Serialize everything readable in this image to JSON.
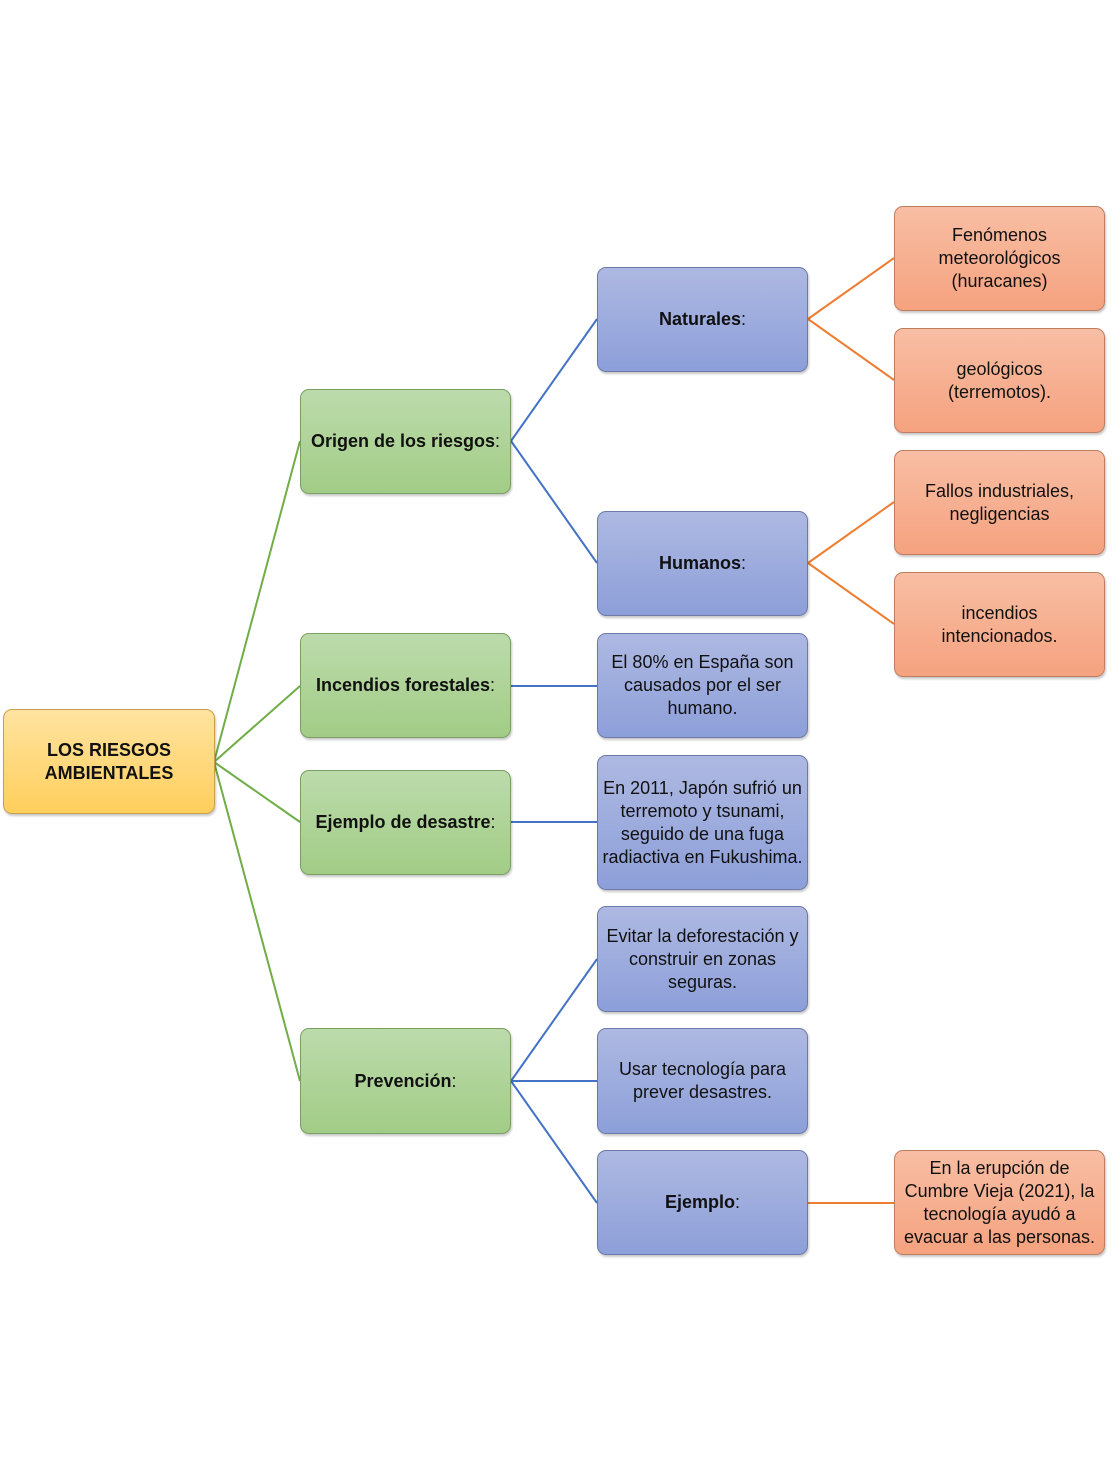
{
  "root": {
    "label": "LOS RIESGOS AMBIENTALES"
  },
  "level1": [
    {
      "label": "Origen de los riesgos",
      "suffix": ":"
    },
    {
      "label": "Incendios forestales",
      "suffix": ":"
    },
    {
      "label": "Ejemplo de desastre",
      "suffix": ":"
    },
    {
      "label": "Prevención",
      "suffix": ":"
    }
  ],
  "level2": {
    "naturales": {
      "label": "Naturales",
      "suffix": ":"
    },
    "humanos": {
      "label": "Humanos",
      "suffix": ":"
    },
    "incendios_dato": "El 80% en España son causados por el ser humano.",
    "desastre_ejemplo": "En 2011, Japón sufrió un terremoto y tsunami, seguido de una fuga radiactiva en Fukushima.",
    "prevencion_1": "Evitar la deforestación y construir en zonas seguras.",
    "prevencion_2": "Usar tecnología para prever desastres.",
    "ejemplo": {
      "label": "Ejemplo",
      "suffix": ":"
    }
  },
  "level3": {
    "meteorologicos": "Fenómenos meteorológicos (huracanes)",
    "geologicos": "geológicos (terremotos).",
    "industriales": "Fallos industriales, negligencias",
    "intencionados": "incendios intencionados.",
    "cumbre_vieja": "En la erupción de Cumbre Vieja (2021), la tecnología ayudó a evacuar a las personas."
  },
  "colors": {
    "green_connector": "#70ad47",
    "blue_connector": "#4472c4",
    "orange_connector": "#ed7d31"
  }
}
